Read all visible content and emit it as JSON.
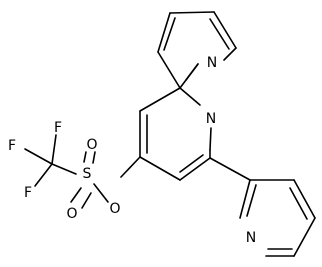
{
  "molecule": {
    "atoms": {
      "n_top": "N",
      "n_center": "N",
      "n_bottom": "N",
      "o_ether": "O",
      "s_sulfonyl": "S",
      "o_sulfonyl_upper": "O",
      "o_sulfonyl_lower": "O",
      "f_top": "F",
      "f_left": "F",
      "f_bottom": "F"
    }
  }
}
